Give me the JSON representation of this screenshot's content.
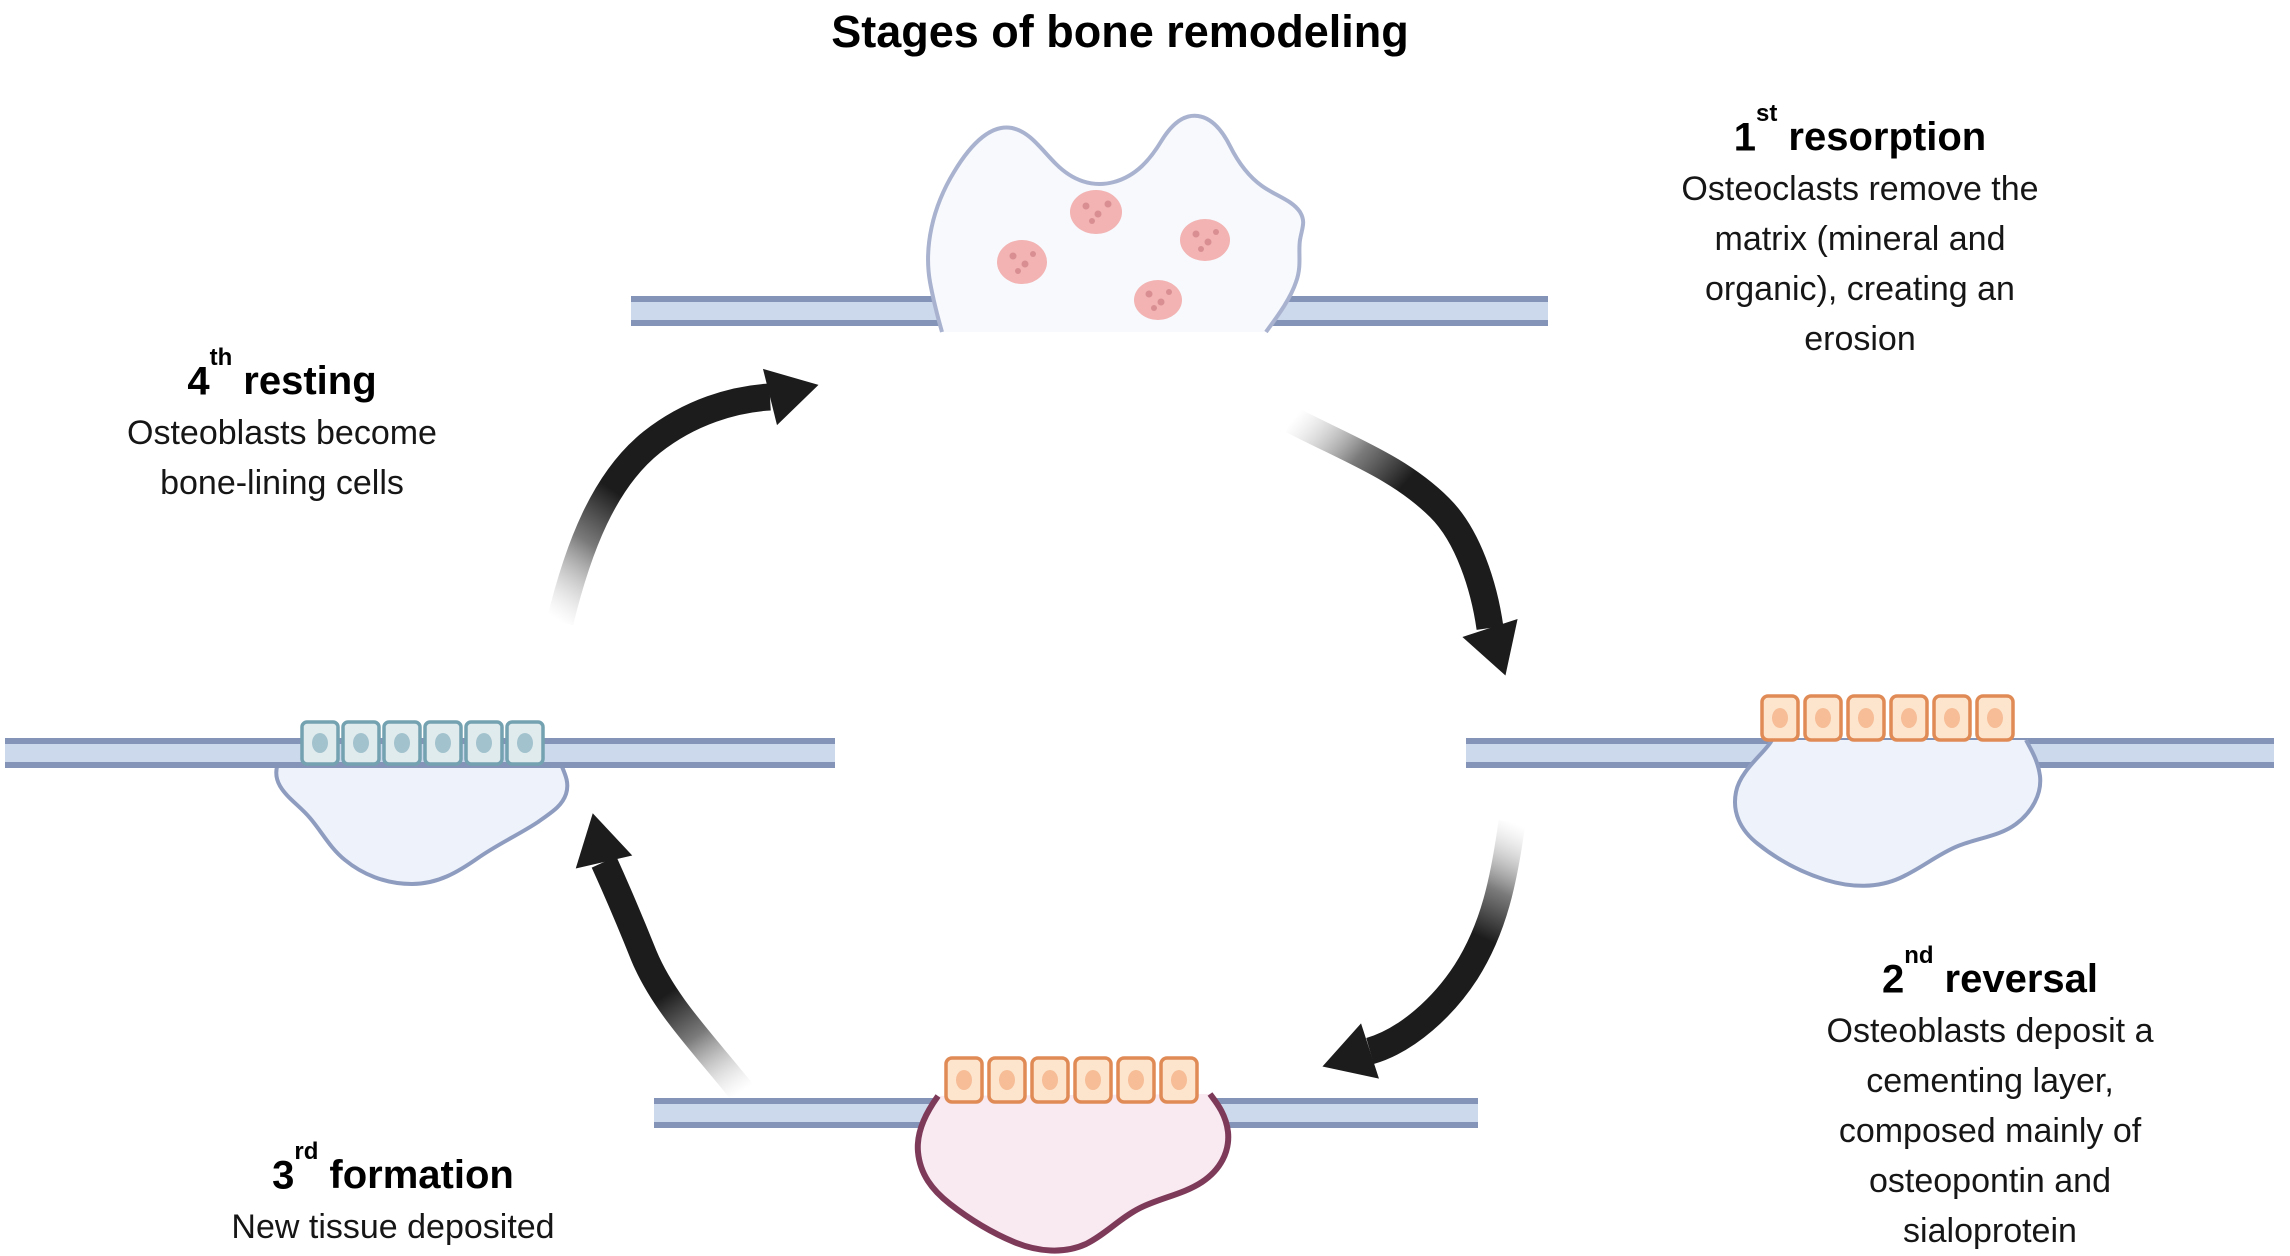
{
  "title": "Stages of bone remodeling",
  "stages": [
    {
      "id": "resorption",
      "number": "1",
      "ordinal": "st",
      "name": "resorption",
      "lines": [
        "Osteoclasts remove the",
        "matrix (mineral and",
        "organic), creating an",
        "erosion"
      ]
    },
    {
      "id": "reversal",
      "number": "2",
      "ordinal": "nd",
      "name": "reversal",
      "lines": [
        "Osteoblasts deposit a",
        "cementing layer,",
        "composed mainly of",
        "osteopontin and",
        "sialoprotein"
      ]
    },
    {
      "id": "formation",
      "number": "3",
      "ordinal": "rd",
      "name": "formation",
      "lines": [
        "New tissue deposited"
      ]
    },
    {
      "id": "resting",
      "number": "4",
      "ordinal": "th",
      "name": "resting",
      "lines": [
        "Osteoblasts become",
        "bone-lining cells"
      ]
    }
  ],
  "colors": {
    "bone_fill": "#ccd8ec",
    "bone_edge": "#8494b8",
    "osteoclast_fill": "#f7f9fd",
    "osteoclast_stroke": "#a9b3cf",
    "nucleus_pink": "#f2b3b2",
    "nucleus_pink_dot": "#d98f92",
    "reversal_blob_fill": "#eef2fa",
    "reversal_blob_stroke": "#8e9cc0",
    "osteoblast_fill": "#fde5cd",
    "osteoblast_stroke": "#e08a56",
    "osteoblast_nucleus": "#f6bd97",
    "lining_fill": "#e0ebee",
    "lining_stroke": "#74a2b0",
    "lining_nucleus": "#a2c2cd",
    "osteoid_fill": "#f9e9f1",
    "osteoid_stroke": "#7e3a59",
    "arrow": "#1c1c1c",
    "text": "#000000"
  }
}
